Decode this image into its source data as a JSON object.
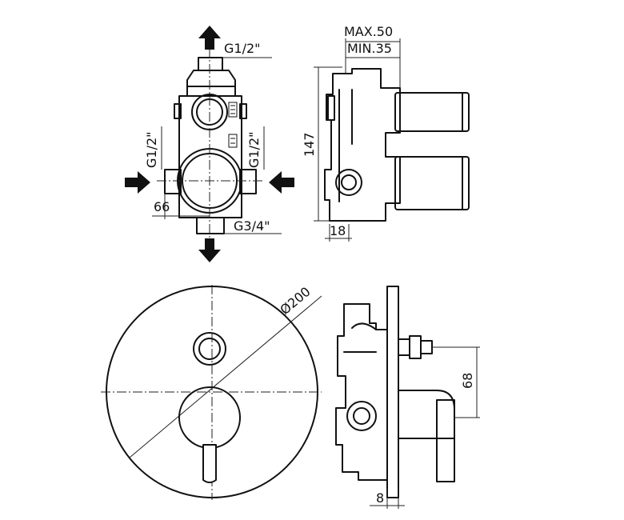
{
  "labels": {
    "top_outlet": "G1/2\"",
    "left_inlet": "G1/2\"",
    "right_inlet": "G1/2\"",
    "bottom_outlet": "G3/4\"",
    "dim_66": "66",
    "dim_147": "147",
    "max_depth": "MAX.50",
    "min_depth": "MIN.35",
    "dim_18": "18",
    "diameter": "Ø200",
    "dim_68": "68",
    "dim_8": "8"
  },
  "colors": {
    "line": "#111111",
    "background": "#ffffff"
  }
}
